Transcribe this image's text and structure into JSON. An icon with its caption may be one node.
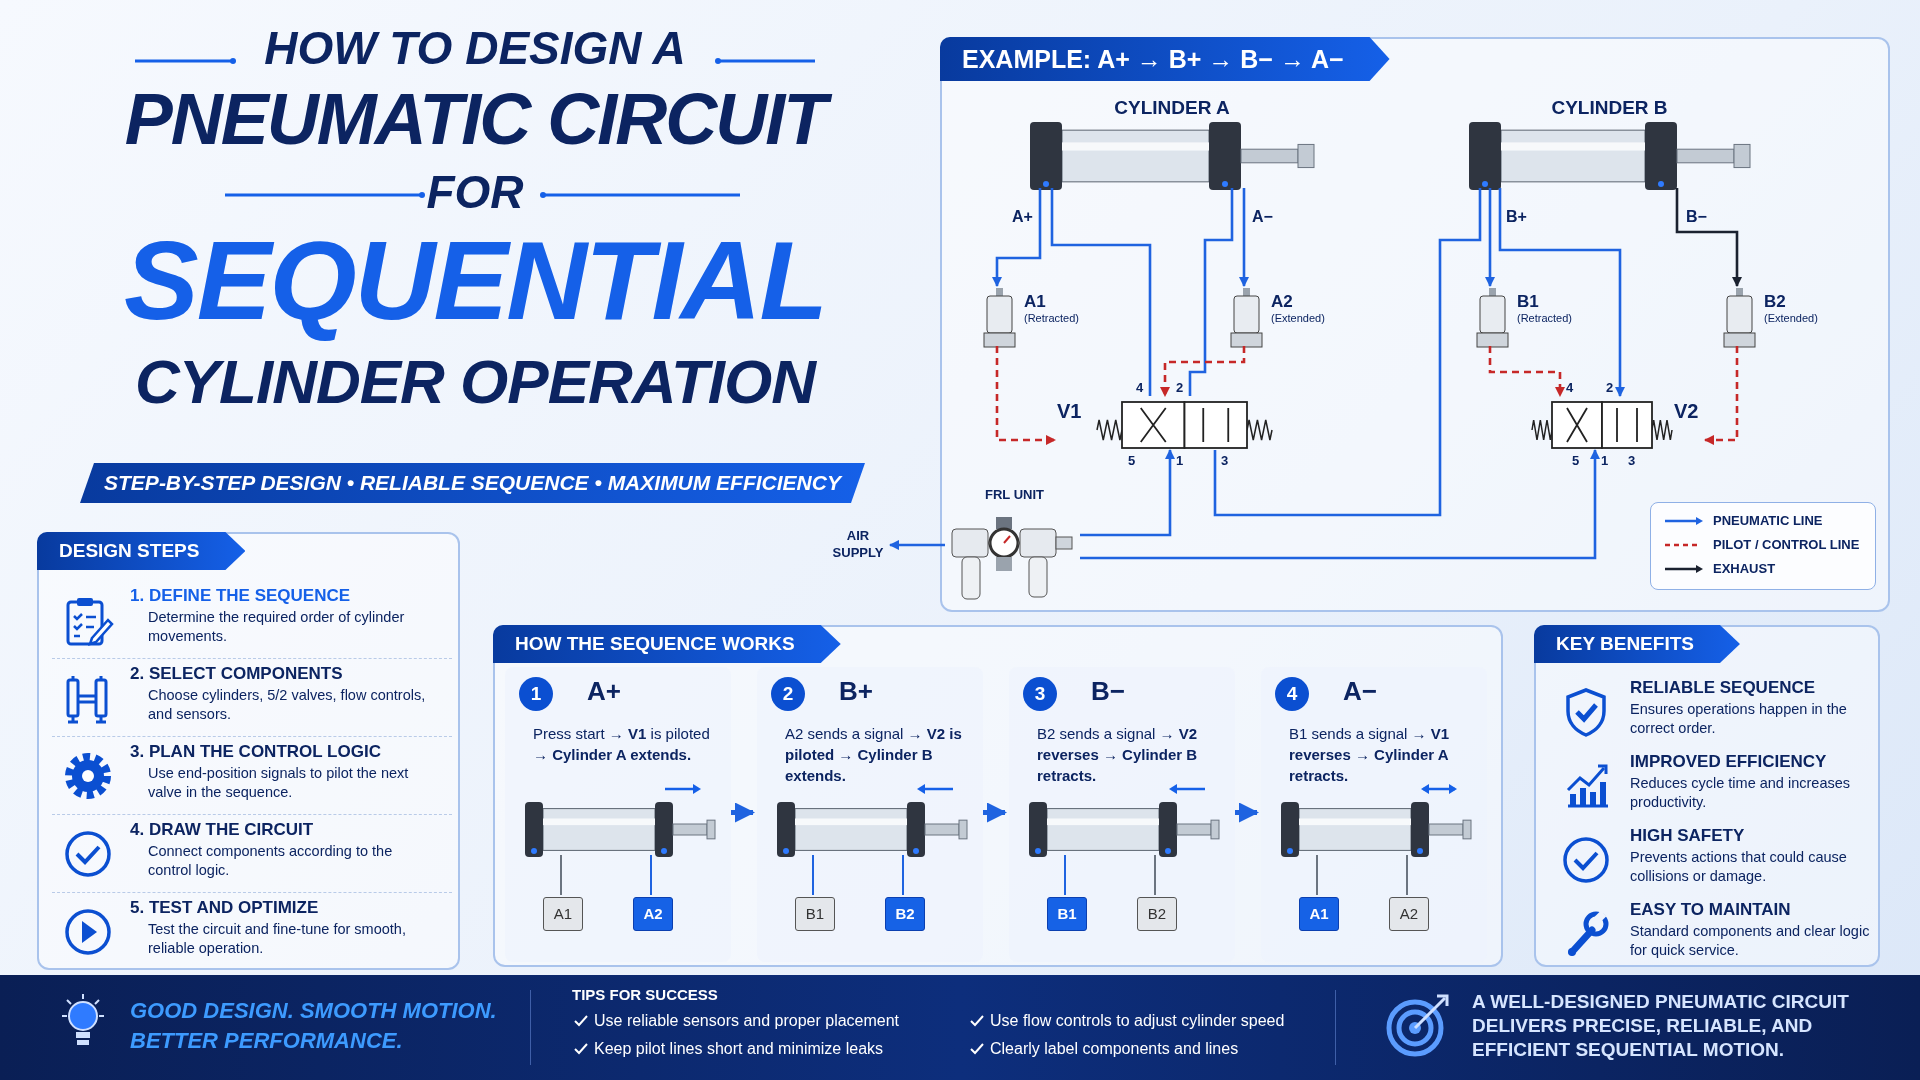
{
  "diagram": {
    "title": "HOW TO DESIGN A PNEUMATIC CIRCUIT FOR SEQUENTIAL CYLINDER OPERATION",
    "nodes": [
      {
        "text": [
          "EXAMPLE: A+ → B+ → B− → A−"
        ]
      },
      {
        "text": [
          "CYLINDER A"
        ],
        "in": 0
      },
      {
        "text": [
          "CYLINDER B"
        ],
        "in": 0
      },
      {
        "text": [
          "A1",
          "(Retracted)"
        ],
        "in": 0
      },
      {
        "text": [
          "A2",
          "(Extended)"
        ],
        "in": 0
      },
      {
        "text": [
          "B1",
          "(Retracted)"
        ],
        "in": 0
      },
      {
        "text": [
          "B2",
          "(Extended)"
        ],
        "in": 0
      },
      {
        "text": [
          "V1"
        ],
        "in": 0
      },
      {
        "text": [
          "V2"
        ],
        "in": 0
      },
      {
        "text": [
          "FRL UNIT"
        ],
        "in": 0
      },
      {
        "text": [
          "AIR SUPPLY"
        ]
      },
      {
        "text": [
          "DESIGN STEPS"
        ]
      },
      {
        "text": [
          "1. DEFINE THE SEQUENCE",
          "Determine the required order of cylinder movements."
        ],
        "in": 11
      },
      {
        "text": [
          "2. SELECT COMPONENTS",
          "Choose cylinders, 5/2 valves, flow controls, and sensors."
        ],
        "in": 11
      },
      {
        "text": [
          "3. PLAN THE CONTROL LOGIC",
          "Use end-position signals to pilot the next valve in the sequence."
        ],
        "in": 11
      },
      {
        "text": [
          "4. DRAW THE CIRCUIT",
          "Connect components according to the control logic."
        ],
        "in": 11
      },
      {
        "text": [
          "5. TEST AND OPTIMIZE",
          "Test the circuit and fine-tune for smooth, reliable operation."
        ],
        "in": 11
      },
      {
        "text": [
          "HOW THE SEQUENCE WORKS"
        ]
      },
      {
        "text": [
          "1",
          "A+",
          "Press start → **V1** is piloted → **Cylinder A extends.**"
        ],
        "in": 17
      },
      {
        "text": [],
        "shape": "picture",
        "in": 18
      },
      {
        "text": [
          "A1"
        ],
        "in": 18
      },
      {
        "text": [
          "A2"
        ],
        "in": 18
      },
      {
        "text": [
          "2",
          "B+",
          "A2 sends a signal → **V2 is piloted → Cylinder B extends.**"
        ],
        "in": 17
      },
      {
        "text": [],
        "shape": "picture",
        "in": 22
      },
      {
        "text": [
          "B1"
        ],
        "in": 22
      },
      {
        "text": [
          "B2"
        ],
        "in": 22
      },
      {
        "text": [
          "3",
          "B−",
          "B2 sends a signal → **V2 reverses → Cylinder B retracts.**"
        ],
        "in": 17
      },
      {
        "text": [],
        "shape": "picture",
        "in": 26
      },
      {
        "text": [
          "B1"
        ],
        "in": 26
      },
      {
        "text": [
          "B2"
        ],
        "in": 26
      },
      {
        "text": [
          "4",
          "A−",
          "B1 sends a signal → **V1 reverses → Cylinder A retracts.**"
        ],
        "in": 17
      },
      {
        "text": [],
        "shape": "picture",
        "in": 30
      },
      {
        "text": [
          "A1"
        ],
        "in": 30
      },
      {
        "text": [
          "A2"
        ],
        "in": 30
      },
      {
        "text": [
          "KEY BENEFITS"
        ]
      },
      {
        "text": [
          "RELIABLE SEQUENCE",
          "Ensures operations happen in the correct order."
        ],
        "in": 34
      },
      {
        "text": [
          "IMPROVED EFFICIENCY",
          "Reduces cycle time and increases productivity."
        ],
        "in": 34
      },
      {
        "text": [
          "HIGH SAFETY",
          "Prevents actions that could cause collisions or damage."
        ],
        "in": 34
      },
      {
        "text": [
          "EASY TO MAINTAIN",
          "Standard components and clear logic for quick service."
        ],
        "in": 34
      }
    ],
    "edges": [
      {
        "from": 1,
        "to": 3,
        "arrow": "to"
      },
      {
        "from": 1,
        "to": 4,
        "arrow": "to"
      },
      {
        "from": 2,
        "to": 5,
        "arrow": "to"
      },
      {
        "from": 2,
        "to": 6,
        "arrow": "to",
        "color": "#1b2230"
      },
      {
        "from": 7,
        "to": 1,
        "arrow": "none"
      },
      {
        "from": 7,
        "to": 1,
        "arrow": "none"
      },
      {
        "from": 2,
        "to": 8,
        "arrow": "to"
      },
      {
        "from": 9,
        "to": 7,
        "arrow": "to"
      },
      {
        "from": 9,
        "to": 8,
        "arrow": "to"
      },
      {
        "from": 7,
        "to": 2,
        "arrow": "none"
      },
      {
        "from": 9,
        "to": 10,
        "arrow": "to"
      },
      {
        "from": 3,
        "to": 7,
        "arrow": "to",
        "style": "dashed",
        "color": "#c62828"
      },
      {
        "from": 4,
        "to": 7,
        "arrow": "to",
        "style": "dashed",
        "color": "#c62828"
      },
      {
        "from": 5,
        "to": 8,
        "arrow": "to",
        "style": "dashed",
        "color": "#c62828"
      },
      {
        "from": 6,
        "to": 8,
        "arrow": "to",
        "style": "dashed",
        "color": "#c62828"
      },
      {
        "from": 18,
        "to": 22,
        "arrow": "to"
      },
      {
        "from": 22,
        "to": 26,
        "arrow": "to"
      },
      {
        "from": 26,
        "to": 30,
        "arrow": "to"
      },
      {
        "from": 19,
        "to": 20,
        "arrow": "none",
        "color": "#6b7480"
      },
      {
        "from": 19,
        "to": 21,
        "arrow": "none"
      },
      {
        "from": 23,
        "to": 24,
        "arrow": "none"
      },
      {
        "from": 23,
        "to": 25,
        "arrow": "none"
      },
      {
        "from": 27,
        "to": 28,
        "arrow": "none"
      },
      {
        "from": 27,
        "to": 29,
        "arrow": "none",
        "color": "#6b7480"
      },
      {
        "from": 31,
        "to": 32,
        "arrow": "none",
        "color": "#6b7480"
      },
      {
        "from": 31,
        "to": 33,
        "arrow": "none",
        "color": "#6b7480"
      }
    ],
    "labels": [
      "STEP-BY-STEP DESIGN • RELIABLE SEQUENCE • MAXIMUM EFFICIENCY",
      "A+",
      "A−",
      "B+",
      "B−",
      "4",
      "2",
      "5",
      "1",
      "3",
      "4",
      "2",
      "5",
      "1",
      "3",
      "GOOD DESIGN. SMOOTH MOTION. BETTER PERFORMANCE.",
      "TIPS FOR SUCCESS",
      "Use reliable sensors and proper placement",
      "Use flow controls to adjust cylinder speed",
      "Keep pilot lines short and minimize leaks",
      "Clearly label components and lines",
      "A WELL-DESIGNED PNEUMATIC CIRCUIT DELIVERS PRECISE, RELIABLE, AND EFFICIENT SEQUENTIAL MOTION."
    ],
    "legend": [
      {
        "text": "PNEUMATIC LINE"
      },
      {
        "text": "PILOT / CONTROL LINE"
      },
      {
        "text": "EXHAUST"
      }
    ]
  }
}
